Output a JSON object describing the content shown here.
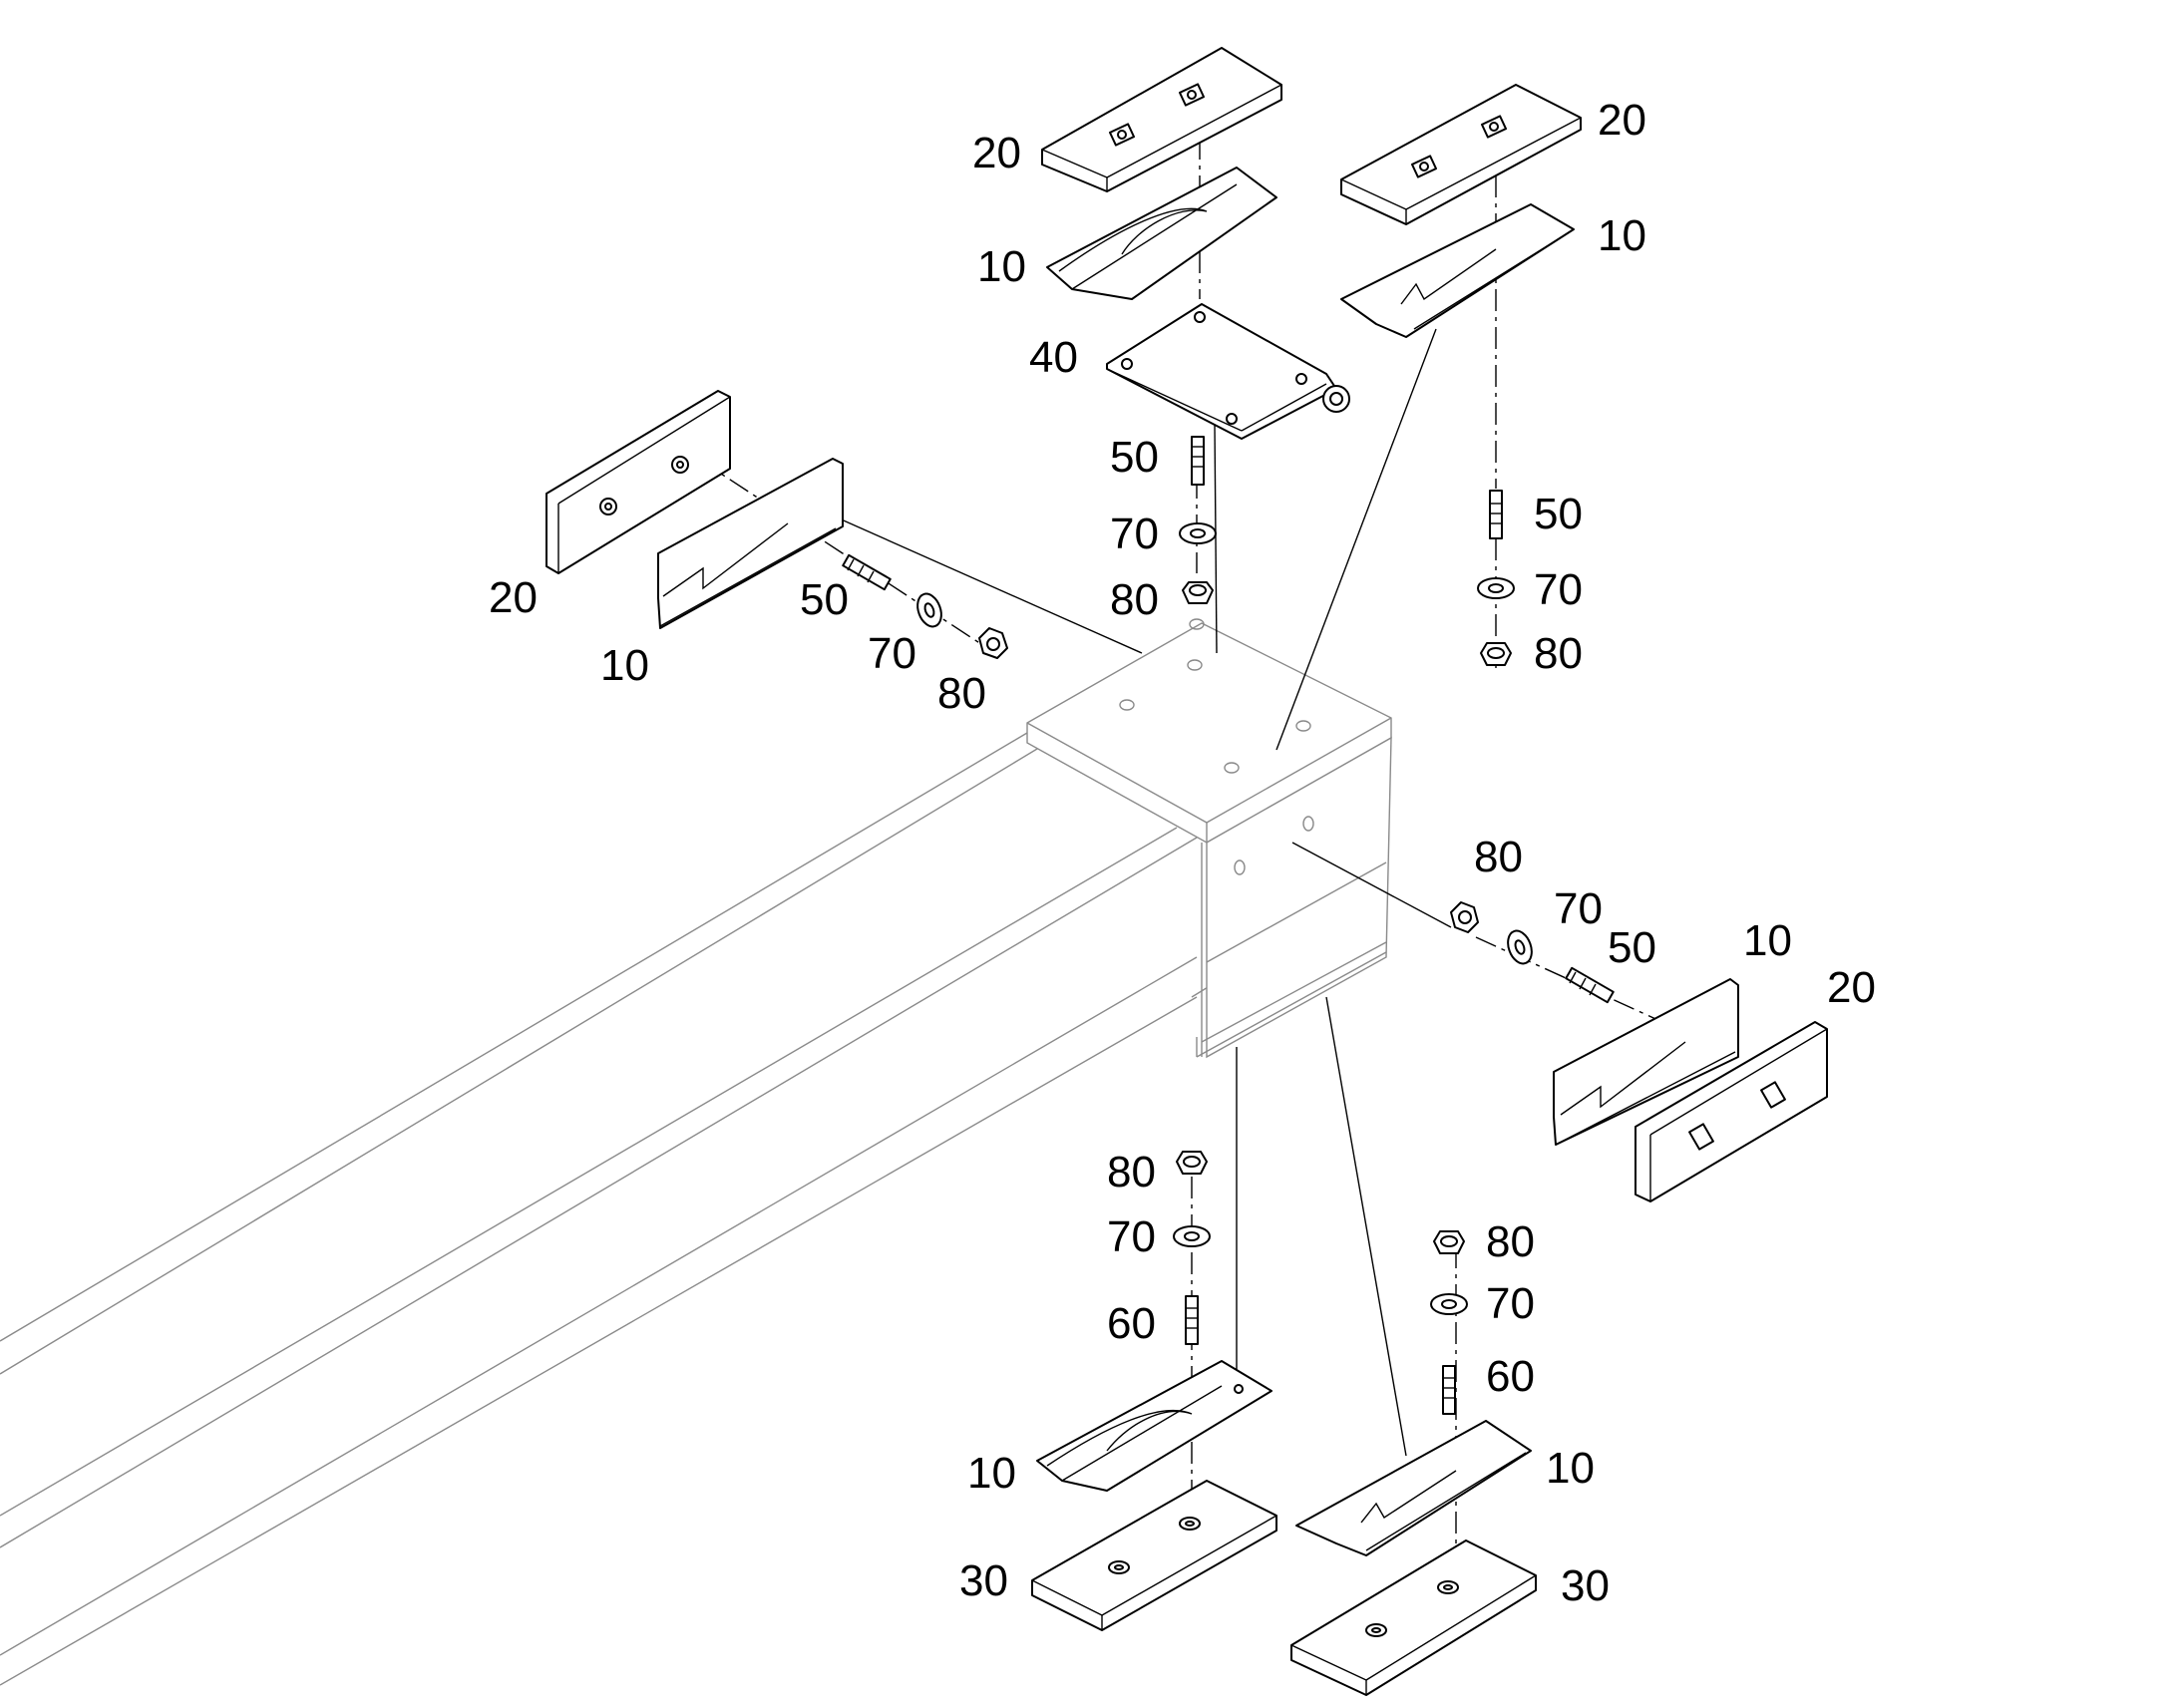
{
  "callouts": {
    "c1": "20",
    "c2": "10",
    "c3": "40",
    "c4": "50",
    "c5": "70",
    "c6": "80",
    "c7": "20",
    "c8": "10",
    "c9": "50",
    "c10": "70",
    "c11": "80",
    "c12": "20",
    "c13": "10",
    "c14": "50",
    "c15": "70",
    "c16": "80",
    "c17": "80",
    "c18": "70",
    "c19": "50",
    "c20": "10",
    "c21": "20",
    "c22": "80",
    "c23": "70",
    "c24": "60",
    "c25": "10",
    "c26": "30",
    "c27": "80",
    "c28": "70",
    "c29": "60",
    "c30": "10",
    "c31": "30"
  }
}
